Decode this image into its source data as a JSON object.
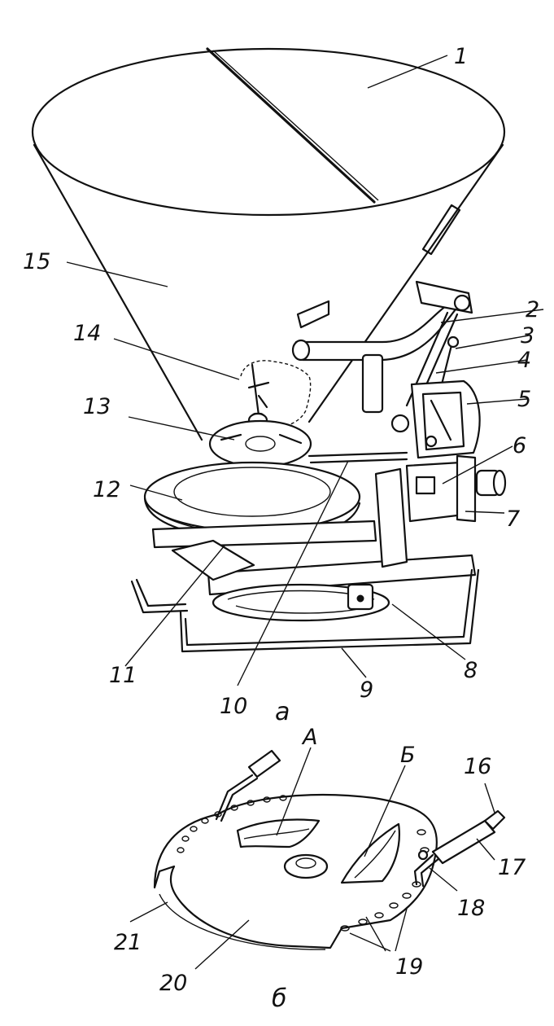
{
  "figure_a": {
    "caption": "а",
    "labels": [
      "1",
      "2",
      "3",
      "4",
      "5",
      "6",
      "7",
      "8",
      "9",
      "10",
      "11",
      "12",
      "13",
      "14",
      "15"
    ]
  },
  "figure_b": {
    "caption": "б",
    "labels": [
      "А",
      "Б",
      "16",
      "17",
      "18",
      "19",
      "20",
      "21"
    ]
  }
}
